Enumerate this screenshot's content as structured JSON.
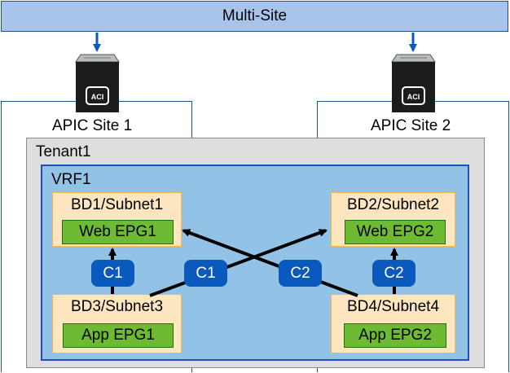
{
  "multisite": {
    "label": "Multi-Site"
  },
  "sites": [
    {
      "label": "APIC Site 1",
      "icon": "apic-controller-icon",
      "badge": "ACI"
    },
    {
      "label": "APIC Site 2",
      "icon": "apic-controller-icon",
      "badge": "ACI"
    }
  ],
  "tenant": {
    "label": "Tenant1"
  },
  "vrf": {
    "label": "VRF1"
  },
  "bridge_domains": [
    {
      "label": "BD1/Subnet1",
      "epg": "Web EPG1"
    },
    {
      "label": "BD2/Subnet2",
      "epg": "Web EPG2"
    },
    {
      "label": "BD3/Subnet3",
      "epg": "App EPG1"
    },
    {
      "label": "BD4/Subnet4",
      "epg": "App EPG2"
    }
  ],
  "contracts": [
    "C1",
    "C1",
    "C2",
    "C2"
  ],
  "colors": {
    "multisite_fill": "#a9c4ea",
    "frame_border": "#1f4e8c",
    "tenant_fill": "#dedede",
    "vrf_fill": "#92c3e6",
    "vrf_border": "#1f50b8",
    "bd_fill": "#fde5bf",
    "bd_border": "#f5b843",
    "epg_fill": "#6cbb33",
    "contract_fill": "#0a59bd",
    "arrow_color": "#000000"
  }
}
